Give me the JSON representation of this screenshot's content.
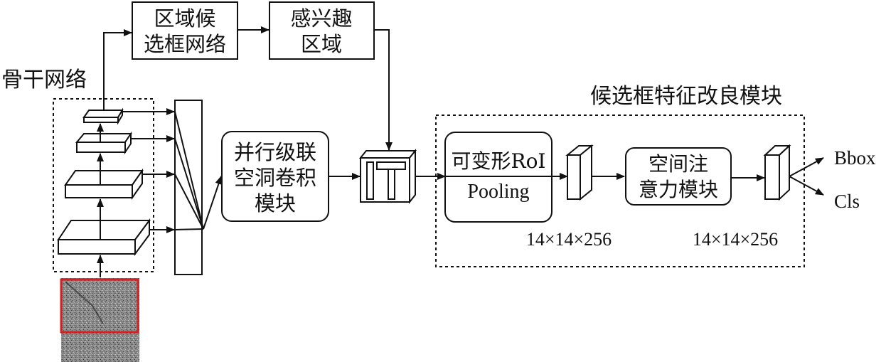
{
  "backbone": {
    "label": "骨干网络"
  },
  "rpn": {
    "line1": "区域候",
    "line2": "选框网络"
  },
  "roi": {
    "line1": "感兴趣",
    "line2": "区域"
  },
  "parallel_conv": {
    "line1": "并行级联",
    "line2": "空洞卷积",
    "line3": "模块"
  },
  "refine_module": {
    "title": "候选框特征改良模块"
  },
  "deformable_pool": {
    "line1": "可变形RoI",
    "line2": "Pooling"
  },
  "spatial_attention": {
    "line1": "空间注",
    "line2": "意力模块"
  },
  "feature_size_1": "14×14×256",
  "feature_size_2": "14×14×256",
  "outputs": {
    "bbox": "Bbox",
    "cls": "Cls"
  },
  "colors": {
    "stroke": "#111111",
    "highlight": "#d42020"
  }
}
